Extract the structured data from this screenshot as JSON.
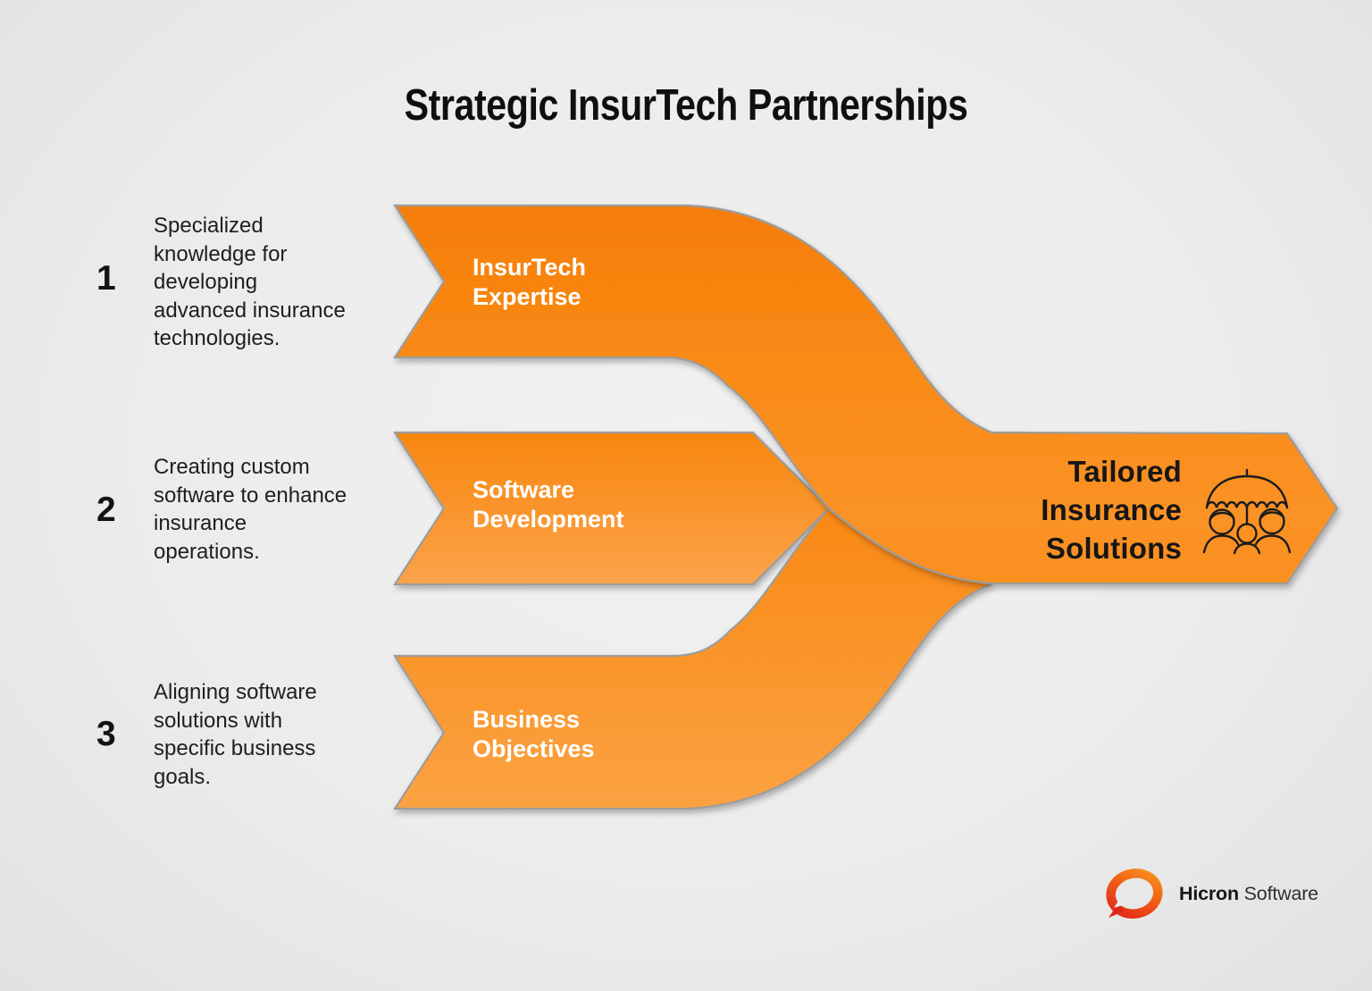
{
  "title": "Strategic InsurTech Partnerships",
  "items": [
    {
      "number": "1",
      "description": "Specialized\nknowledge for\ndeveloping\nadvanced insurance\ntechnologies.",
      "band_label": "InsurTech\nExpertise"
    },
    {
      "number": "2",
      "description": "Creating custom\nsoftware to enhance\ninsurance\noperations.",
      "band_label": "Software\nDevelopment"
    },
    {
      "number": "3",
      "description": "Aligning software\nsolutions with\nspecific business\ngoals.",
      "band_label": "Business\nObjectives"
    }
  ],
  "result": {
    "label": "Tailored\nInsurance\nSolutions",
    "icon": "umbrella-family-icon"
  },
  "branding": {
    "brand_bold": "Hicron",
    "brand_light": "Software",
    "logo_icon": "speech-bubble-ring-icon"
  },
  "colors": {
    "band_orange_dark": "#F67D07",
    "band_orange": "#F98A16",
    "band_orange_light": "#FBA34A",
    "outline_gray": "#9C9C9C",
    "background": "#ECECEC",
    "text_dark": "#1e1e1e",
    "label_white": "#FFFFFF",
    "logo_orange": "#F8961C",
    "logo_red": "#E1251B"
  }
}
